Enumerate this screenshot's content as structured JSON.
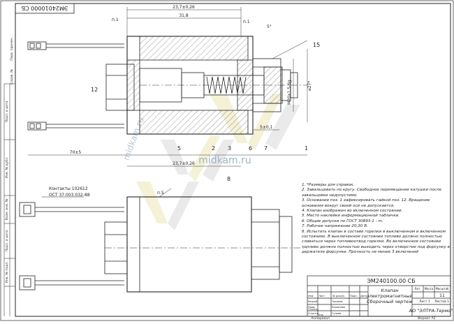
{
  "doc": {
    "stamp_top": "ЭМ24010000 СБ",
    "designation": "ЭМ240100.00  СБ",
    "title_lines": [
      "Клапан",
      "электромагнитный",
      "Сборочный чертеж"
    ],
    "company": "АО \"ЭЛТРА-Термо\"",
    "watermark": "midkam.ru",
    "sheets_total": "11",
    "sheet_label": "Лист 1",
    "sheets_label": "Листов 1",
    "col_lit": "Лит.",
    "col_mass": "Масса",
    "col_scale": "Масштаб",
    "copied": "Копировал",
    "format": "Формат   А2",
    "rows": [
      "Изм.",
      "Лист",
      "№ докум.",
      "Подп.",
      "Дата",
      "Разраб.",
      "Пров.",
      "Т.контр.",
      "Н.контр.",
      "Утв."
    ],
    "names": [
      "Тихонов",
      "Кашапова",
      "Гулиев"
    ]
  },
  "dims": {
    "d237_top": "23,7±0,26",
    "d318": "31,8",
    "d5deg": "5°",
    "n1a": "п.1",
    "n1b": "п.1",
    "thread": "М20х1,5-6g",
    "dia27": "⌀27*",
    "d5": "5±0,1",
    "d237_bot": "23,7±0,26",
    "d70": "70±5",
    "n5": "п.5",
    "contacts_label": "Контакты 102612",
    "contacts_std": "ОСТ 37.003.032-88"
  },
  "balloons": [
    "15",
    "12",
    "5",
    "2",
    "3",
    "6",
    "7",
    "1",
    "8"
  ],
  "side_labels": [
    "Подп. и дата",
    "Инв. № дубл.",
    "Взам. инв. №",
    "Подп. и дата",
    "Инв. № подл.",
    "Перв. примен.",
    "Справ. №"
  ],
  "notes": [
    "1. *Размеры для справок.",
    "2. Завальцевать по кругу. Свободное перемещение катушки после завальцовки недопустимо.",
    "3. Основание поз. 1 зафиксировать гайкой поз. 12. Вращение основания вокруг своей оси не допускается.",
    "4. Клапан изображен во включенном состоянии.",
    "5. Место наклейки информационной таблички.",
    "6. Общие допуски по ГОСТ 30893.1 - m.",
    "7. Рабочее напряжение 20,30 В.",
    "8. Испытать клапан в составе горелки в выключенном и включенном состояниях. В выключенном состоянии топливо должно полностью сливаться через топливоотвод горелки. Во включенном состоянии топливо должно полностью выходить через отверстие под форсунку в держателе форсунки. Прочность не менее 3 включений"
  ]
}
